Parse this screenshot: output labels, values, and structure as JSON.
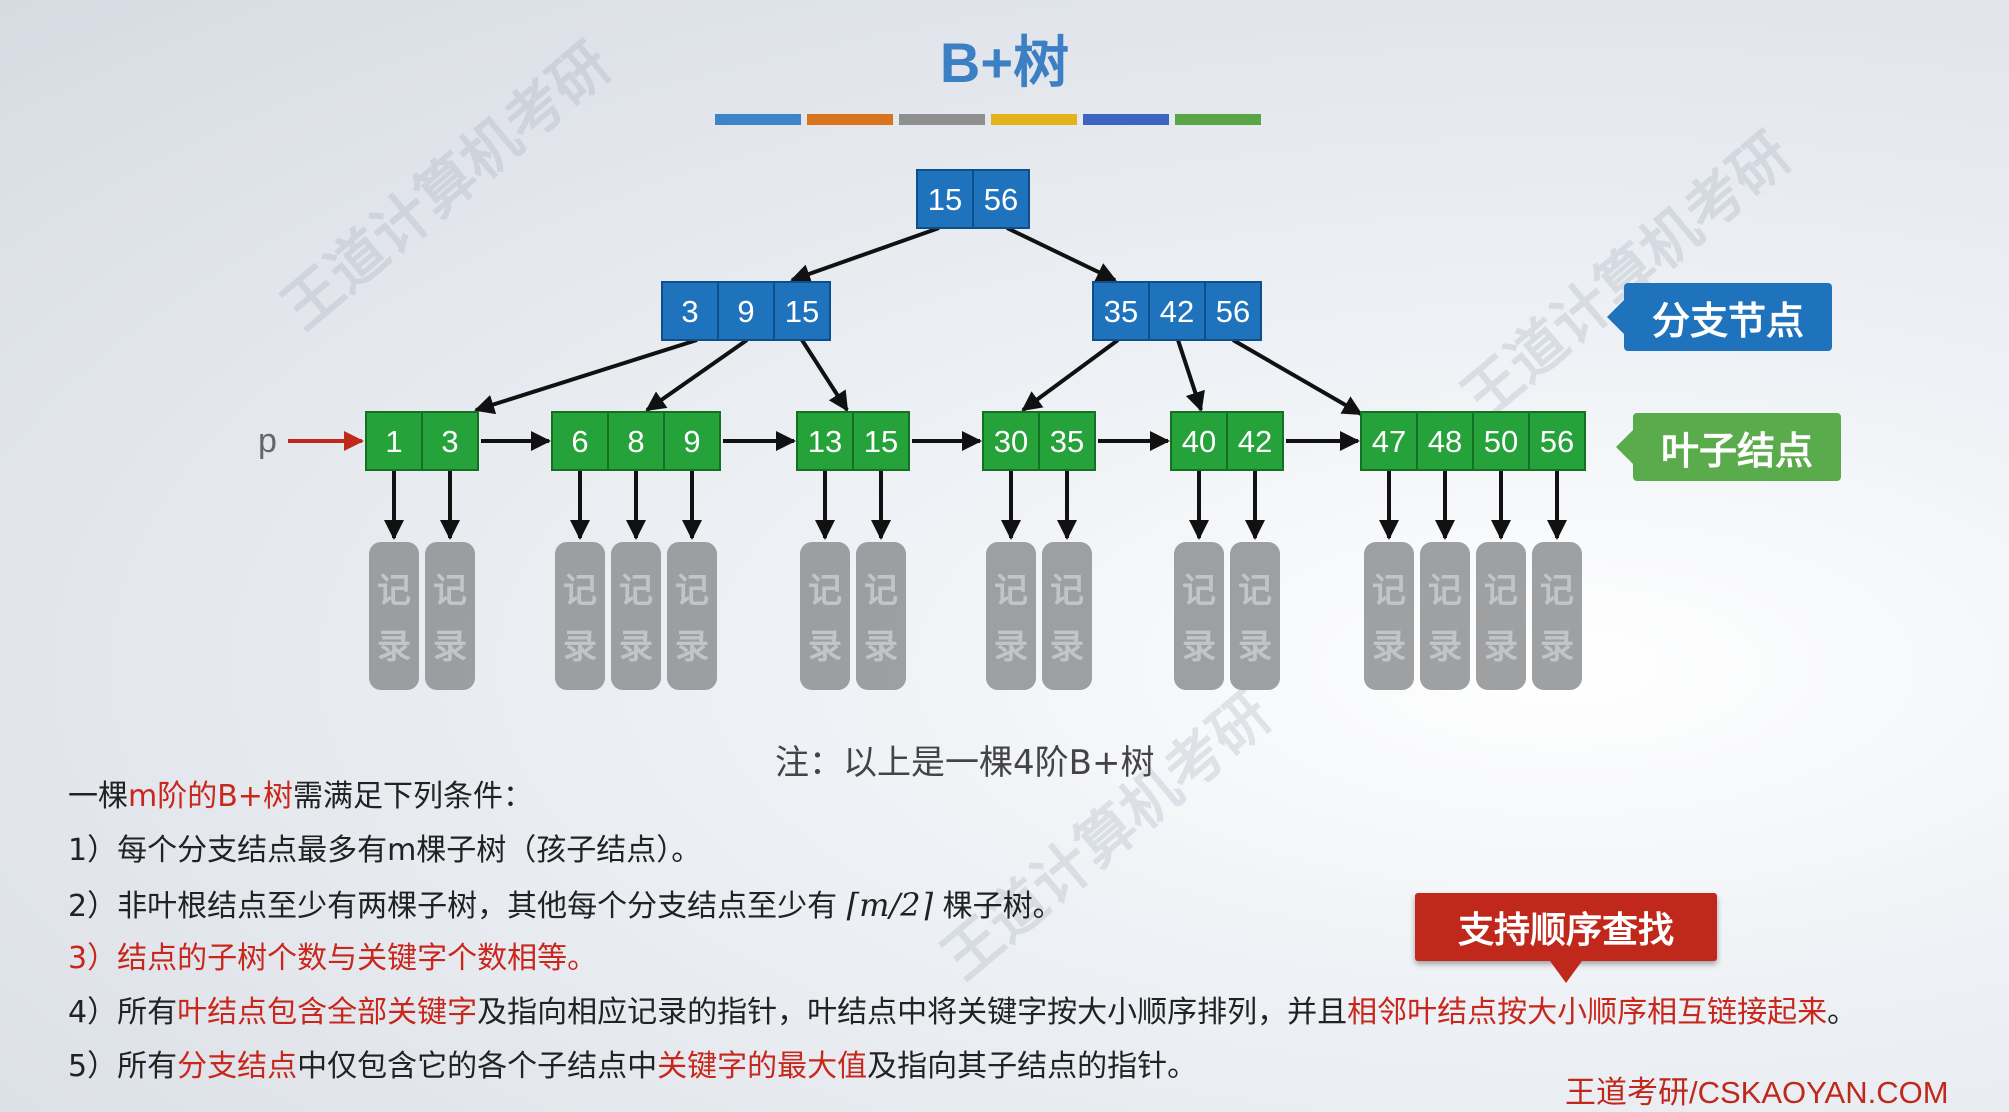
{
  "title": "B+树",
  "colors": {
    "branch_node": "#1f73bd",
    "leaf_node": "#25a33a",
    "record": "#8e8f92",
    "highlight": "#c8281c",
    "title": "#3d7fc4",
    "colorbar": [
      "#3d85c6",
      "#d9741f",
      "#8f8f8f",
      "#e2b419",
      "#3d64c0",
      "#5aa545"
    ]
  },
  "tree": {
    "root": [
      "15",
      "56"
    ],
    "branches": [
      [
        "3",
        "9",
        "15"
      ],
      [
        "35",
        "42",
        "56"
      ]
    ],
    "leaves": [
      [
        "1",
        "3"
      ],
      [
        "6",
        "8",
        "9"
      ],
      [
        "13",
        "15"
      ],
      [
        "30",
        "35"
      ],
      [
        "40",
        "42"
      ],
      [
        "47",
        "48",
        "50",
        "56"
      ]
    ],
    "pointer_label": "p",
    "record_label": "记录"
  },
  "labels": {
    "branch_tag": "分支节点",
    "leaf_tag": "叶子结点"
  },
  "note": "注：以上是一棵4阶B+树",
  "conditions": {
    "intro_a": "一棵",
    "intro_hl": "m阶的B+树",
    "intro_b": "需满足下列条件：",
    "c1": "1）每个分支结点最多有m棵子树（孩子结点）。",
    "c2_a": "2）非叶根结点至少有两棵子树，其他每个分支结点至少有",
    "c2_formula": "⌈m/2⌉",
    "c2_b": "棵子树。",
    "c3": "3）结点的子树个数与关键字个数相等。",
    "c4_a": "4）所有",
    "c4_hl1": "叶结点包含全部关键字",
    "c4_b": "及指向相应记录的指针，叶结点中将关键字按大小顺序排列，并且",
    "c4_hl2": "相邻叶结点按大小顺序相互链接起来",
    "c4_c": "。",
    "c5_a": "5）所有",
    "c5_hl1": "分支结点",
    "c5_b": "中仅包含它的各个子结点中",
    "c5_hl2": "关键字的最大值",
    "c5_c": "及指向其子结点的指针。"
  },
  "callout": "支持顺序查找",
  "footer": "王道考研/CSKAOYAN.COM",
  "watermark": "王道计算机考研"
}
